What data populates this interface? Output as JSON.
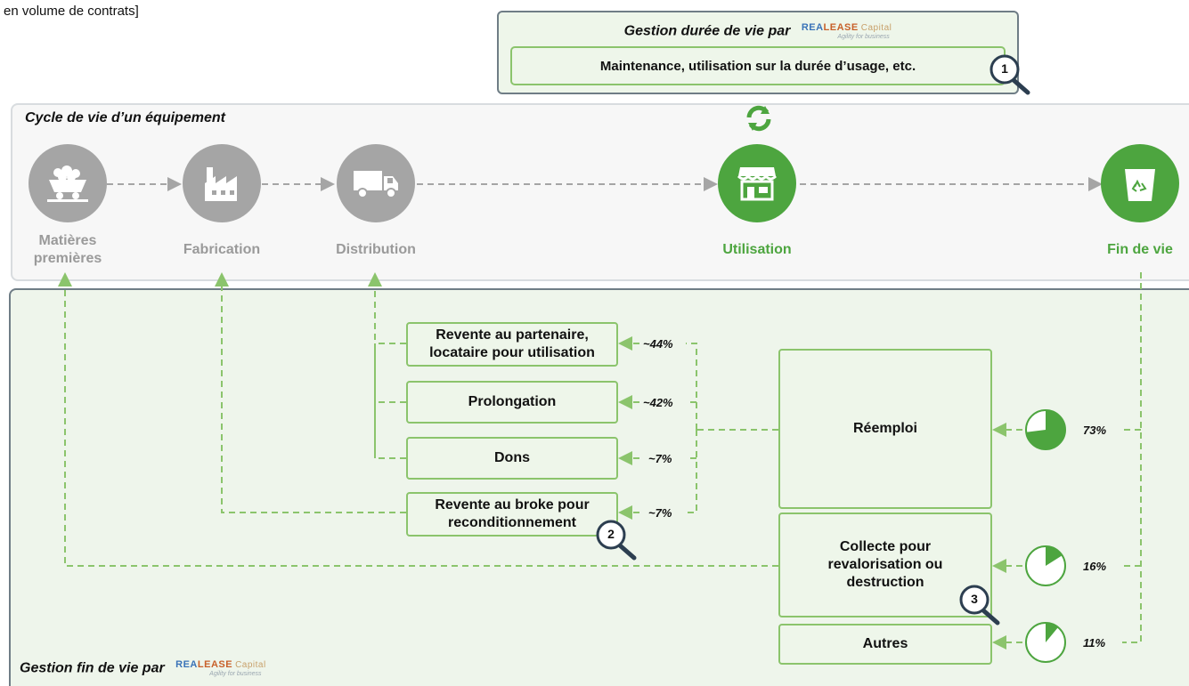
{
  "top_note": "en volume de contrats]",
  "gestion_top": {
    "title": "Gestion durée de vie par",
    "maintenance": "Maintenance, utilisation sur la durée d’usage, etc.",
    "marker": "1"
  },
  "logo": {
    "part1": "REA",
    "part2": "LEASE",
    "part3": "Capital",
    "tagline": "Agility for business"
  },
  "cycle": {
    "title": "Cycle de vie d’un équipement",
    "stages": [
      {
        "label": "Matières premières",
        "icon": "mine-cart-icon"
      },
      {
        "label": "Fabrication",
        "icon": "factory-icon"
      },
      {
        "label": "Distribution",
        "icon": "truck-icon"
      },
      {
        "label": "Utilisation",
        "icon": "shop-icon"
      },
      {
        "label": "Fin de vie",
        "icon": "recycle-bin-icon"
      }
    ],
    "loop_icon": "refresh-icon"
  },
  "eol": {
    "title": "Gestion fin de vie par",
    "reuse_options": [
      {
        "label": "Revente au partenaire, locataire pour utilisation",
        "pct": "~44%"
      },
      {
        "label": "Prolongation",
        "pct": "~42%"
      },
      {
        "label": "Dons",
        "pct": "~7%"
      },
      {
        "label": "Revente au broke pour reconditionnement",
        "pct": "~7%"
      }
    ],
    "marker2": "2",
    "categories": [
      {
        "label": "Réemploi",
        "pct": "73%",
        "share": 0.73
      },
      {
        "label": "Collecte pour revalorisation ou destruction",
        "pct": "16%",
        "share": 0.16
      },
      {
        "label": "Autres",
        "pct": "11%",
        "share": 0.11
      }
    ],
    "marker3": "3"
  },
  "colors": {
    "green": "#4da53f",
    "light_green": "#8bc46c",
    "grey": "#a5a5a5"
  }
}
